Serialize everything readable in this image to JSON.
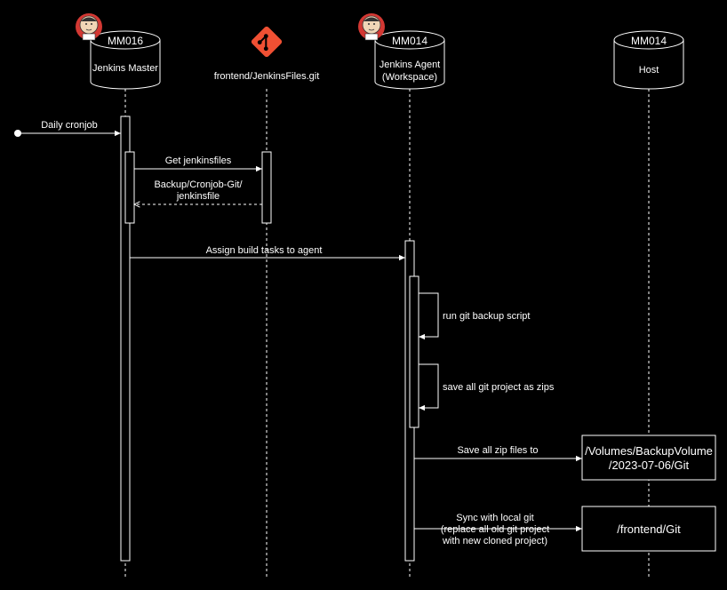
{
  "participants": {
    "master": {
      "server": "MM016",
      "name": "Jenkins Master",
      "icon": "jenkins-butler-icon"
    },
    "repo": {
      "name": "frontend/JenkinsFiles.git",
      "icon": "git-logo-icon",
      "color": "#f05033"
    },
    "agent": {
      "server": "MM014",
      "name_line1": "Jenkins Agent",
      "name_line2": "(Workspace)",
      "icon": "jenkins-butler-icon"
    },
    "host": {
      "server": "MM014",
      "name": "Host"
    }
  },
  "messages": {
    "daily_cronjob": "Daily cronjob",
    "get_jenkinsfiles": "Get jenkinsfiles",
    "return_line1": "Backup/Cronjob-Git/",
    "return_line2": "jenkinsfile",
    "assign_tasks": "Assign build tasks to agent",
    "run_backup": "run git backup script",
    "save_zips": "save all git project as zips",
    "save_zip_files": "Save all zip files to",
    "sync_line1": "Sync with local git",
    "sync_line2": "(replace all old git project",
    "sync_line3": "with new cloned project)"
  },
  "boxes": {
    "backup_volume_line1": "/Volumes/BackupVolume",
    "backup_volume_line2": "/2023-07-06/Git",
    "frontend_git": "/frontend/Git"
  },
  "colors": {
    "background": "#000000",
    "line": "#ffffff",
    "git": "#f05033",
    "jenkins_red": "#d33833"
  }
}
